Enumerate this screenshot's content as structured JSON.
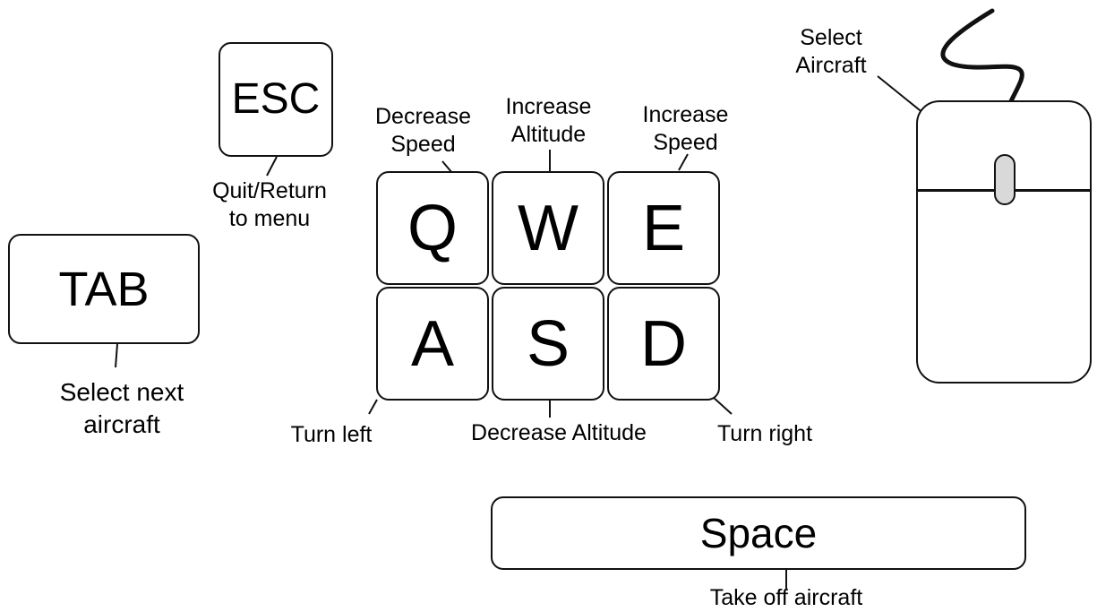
{
  "keys": {
    "esc": "ESC",
    "tab": "TAB",
    "q": "Q",
    "w": "W",
    "e": "E",
    "a": "A",
    "s": "S",
    "d": "D",
    "space": "Space"
  },
  "labels": {
    "esc": [
      "Quit/Return",
      "to menu"
    ],
    "tab": [
      "Select next",
      "aircraft"
    ],
    "q": [
      "Decrease",
      "Speed"
    ],
    "w": [
      "Increase",
      "Altitude"
    ],
    "e": [
      "Increase",
      "Speed"
    ],
    "a": "Turn left",
    "s": "Decrease Altitude",
    "d": "Turn right",
    "space": "Take off aircraft",
    "mouse_left": [
      "Select",
      "Aircraft"
    ]
  }
}
